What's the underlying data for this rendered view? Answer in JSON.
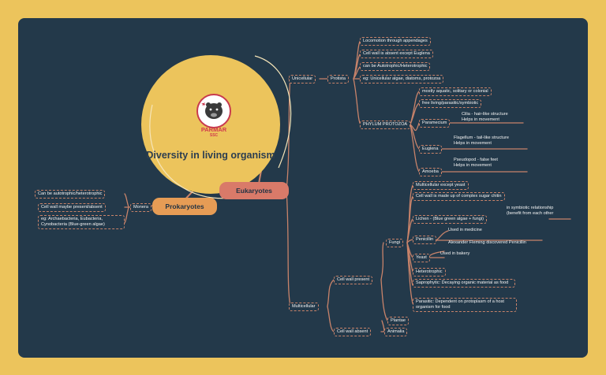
{
  "colors": {
    "background": "#23394a",
    "frame": "#ecc45c",
    "link": "#c8836a",
    "center": "#ecc45c",
    "eukaryotes": "#d97a69",
    "prokaryotes": "#e69c55"
  },
  "logo": {
    "name": "PARMAR",
    "sub": "SSC"
  },
  "center": {
    "title": "Diversity in living organism"
  },
  "main": {
    "eukaryotes": "Eukaryotes",
    "prokaryotes": "Prokaryotes"
  },
  "prokaryotes": {
    "monera": "Monera",
    "items": [
      "Can be autotrophic/heterotrophic",
      "Cell wall maybe present/absent",
      "eg: Archaebacteria, Eubacteria, Cynobacteria (Blue-green algae)"
    ]
  },
  "unicellular": {
    "label": "Unicellular",
    "protista": "Protista",
    "items": [
      "Locomotion through appendages",
      "Cell wall is absent except Euglena",
      "can be Autotrophic/Heterotrophic",
      "eg: Unicellular algae, diatoms, protozoa"
    ],
    "protozoa": {
      "label": "PHYLUM PROTOZOA",
      "facts": [
        "mostly aquatic, solitary or colonial",
        "free living/parasitic/symbiotic"
      ],
      "paramecium": {
        "label": "Paramecium",
        "note1": "Cilia - hair-like structure",
        "note2": "Helps in movement"
      },
      "euglena": {
        "label": "Euglena",
        "note1": "Flagellum - tail-like structure",
        "note2": "Helps in movement"
      },
      "amoeba": {
        "label": "Amoeba",
        "note1": "Pseudopod - false feet",
        "note2": "Helps in movement"
      }
    }
  },
  "multicellular": {
    "label": "Multicellular",
    "cellwall_present": "Cell wall present",
    "cellwall_absent": "Cell wall absent",
    "animalia": "Animalia",
    "plantae": "Plantae",
    "fungi": {
      "label": "Fungi",
      "multi": "Multicellular except yeast",
      "chitin": "Cell wall is made up of complex sugar chitin",
      "lichen": "Lichen - (Blue green algae + fungi)",
      "lichen_note1": "in symbiotic relationship",
      "lichen_note2": "(benefit from each other",
      "penicillin": "Penicillin",
      "pen_note1": "Used in medicine",
      "pen_note2": "Alexander Fleming discovered Penicillin",
      "yeast": "Yeast",
      "yeast_note": "Used in bakery",
      "hetero": "Heterotrophic",
      "sapro": "Saprophytic: Decaying organic material as food",
      "parasitic": "Parasitic: Dependent on protoplasm of a host organism for food"
    }
  }
}
